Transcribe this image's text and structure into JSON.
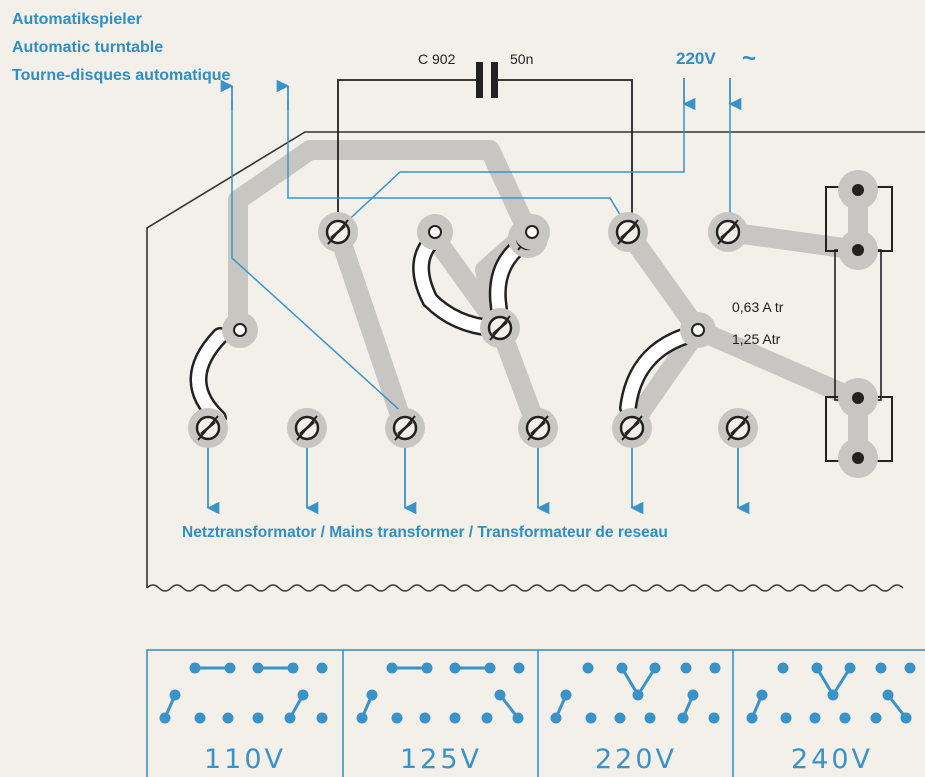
{
  "labels": {
    "turntable_de": "Automatikspieler",
    "turntable_en": "Automatic turntable",
    "turntable_fr": "Tourne-disques automatique",
    "capacitor_name": "C 902",
    "capacitor_value": "50n",
    "mains_voltage": "220V",
    "ac_symbol": "~",
    "fuse_1": "0,63 A tr",
    "fuse_2": "1,25 Atr",
    "transformer": "Netztransformator / Mains transformer / Transformateur de reseau"
  },
  "voltage_settings": [
    {
      "label": "110V"
    },
    {
      "label": "125V"
    },
    {
      "label": "220V"
    },
    {
      "label": "240V"
    }
  ],
  "colors": {
    "accent_blue": "#3a93c8",
    "trace_gray": "#c8c6c3",
    "ink": "#222222",
    "background": "#f3efe9"
  }
}
